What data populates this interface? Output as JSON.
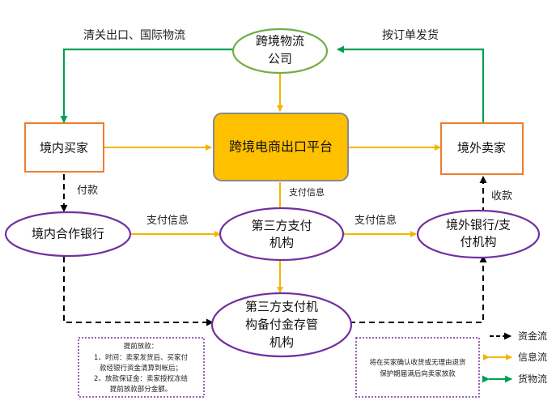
{
  "nodes": {
    "logistics": [
      "跨境物流",
      "公司"
    ],
    "platform": "跨境电商出口平台",
    "domestic_buyer": "境内买家",
    "foreign_seller": "境外卖家",
    "domestic_bank": "境内合作银行",
    "third_party": [
      "第三方支付",
      "机构"
    ],
    "foreign_bank": [
      "境外银行/支",
      "付机构"
    ],
    "custody": [
      "第三方支付机",
      "构备付金存管",
      "机构"
    ]
  },
  "edge_labels": {
    "customs": "清关出口、国际物流",
    "ship_by_order": "按订单发货",
    "payment_info_platform": "支付信息",
    "pay": "付款",
    "payment_info_left": "支付信息",
    "payment_info_right": "支付信息",
    "receive": "收款"
  },
  "note_left": [
    "提前放款：",
    "1、时间：卖家发货后、买家付",
    "款经银行资金清算到帐后；",
    "2、放款保证金：卖家授权冻结",
    "提前放款部分金额。"
  ],
  "note_right": [
    "将在买家确认收货或无理由退货",
    "保护期届满后向卖家放款"
  ],
  "legend": [
    {
      "label": "资金流",
      "style": "black-dashed"
    },
    {
      "label": "信息流",
      "style": "yellow"
    },
    {
      "label": "货物流",
      "style": "green"
    }
  ],
  "colors": {
    "orange_border": "#ED7D31",
    "purple_border": "#7030A0",
    "platform_fill": "#FFC000",
    "logistics_border": "#70AD47",
    "info_arrow": "#F2B600",
    "goods_arrow": "#00A050",
    "fund_arrow": "#000000"
  }
}
